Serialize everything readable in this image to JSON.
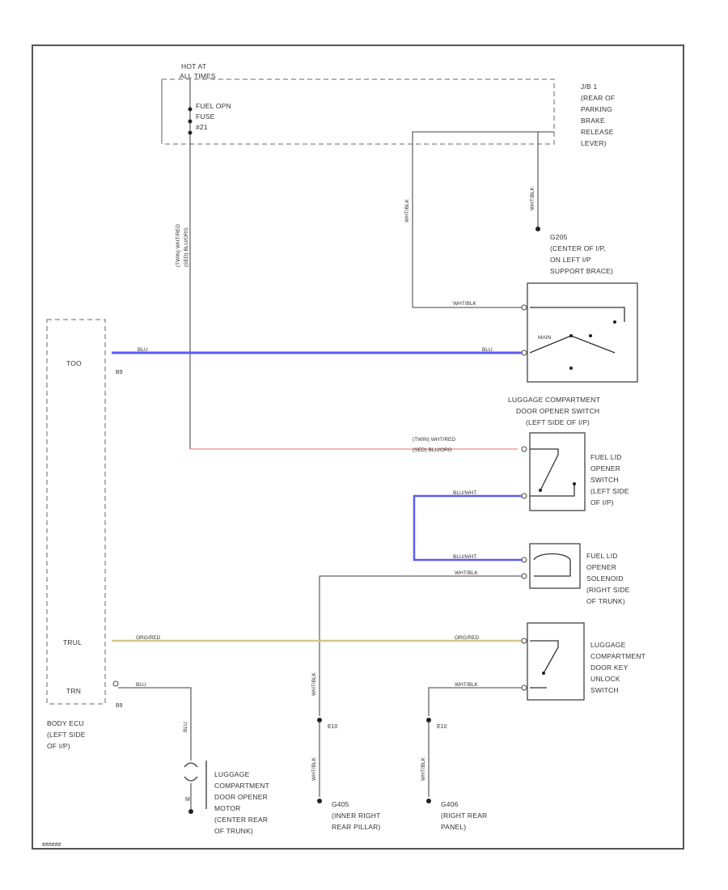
{
  "diagram_id": "######",
  "junction_block": {
    "hot_label": [
      "HOT AT",
      "ALL TIMES"
    ],
    "fuse_label": [
      "FUEL OPN",
      "FUSE",
      "#21"
    ],
    "location": [
      "J/B 1",
      "(REAR OF",
      "PARKING",
      "BRAKE",
      "RELEASE",
      "LEVER)"
    ]
  },
  "wires": {
    "fuse_out": [
      "(TWIN)  WHT/RED",
      "(SED)  BLU/ORG"
    ],
    "whtblk": "WHT/BLK",
    "blu": "BLU",
    "blu_wht": "BLU/WHT",
    "org_red": "ORG/RED",
    "org_wht": "(TWIN)  WHT/RED",
    "sed_blk": "(SED)  BLU/ORG"
  },
  "ground_top": [
    "G205",
    "(CENTER OF I/P,",
    "ON LEFT I/P",
    "SUPPORT BRACE)"
  ],
  "luggage_main": {
    "label": [
      "LUGGAGE COMPARTMENT",
      "DOOR OPENER SWITCH",
      "(LEFT SIDE OF I/P)"
    ],
    "main_text": "MAIN"
  },
  "fuel_switch": [
    "FUEL LID",
    "OPENER",
    "SWITCH",
    "(LEFT SIDE",
    "OF I/P)"
  ],
  "fuel_solenoid": [
    "FUEL LID",
    "OPENER",
    "SOLENOID",
    "(RIGHT SIDE",
    "OF TRUNK)"
  ],
  "key_switch": [
    "LUGGAGE",
    "COMPARTMENT",
    "DOOR KEY",
    "UNLOCK",
    "SWITCH"
  ],
  "body_ecu": {
    "pins": [
      "TOO",
      "TRUL",
      "TRN"
    ],
    "pin_numbers": [
      "B9",
      "B9"
    ],
    "label": [
      "BODY ECU",
      "(LEFT SIDE",
      "OF I/P)"
    ]
  },
  "motor": {
    "label": [
      "LUGGAGE",
      "COMPARTMENT",
      "DOOR OPENER",
      "MOTOR",
      "(CENTER REAR",
      "OF TRUNK)"
    ],
    "mark": "M"
  },
  "grounds": [
    {
      "code": "E10",
      "label": [
        "G405",
        "(INNER RIGHT",
        "REAR PILLAR)"
      ]
    },
    {
      "code": "E10",
      "label": [
        "G406",
        "(RIGHT REAR",
        "PANEL)"
      ]
    }
  ],
  "colors": {
    "blu": "#5b5bf5",
    "red": "#f08a8a",
    "org": "#d8c48a"
  }
}
